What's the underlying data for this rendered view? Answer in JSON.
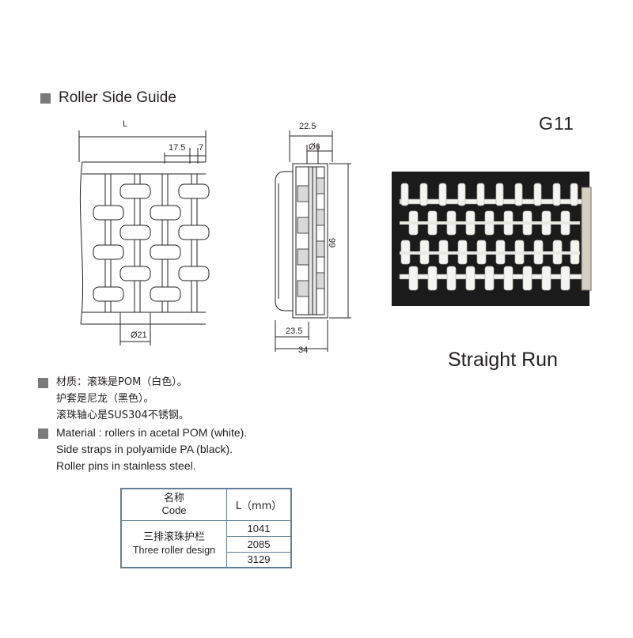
{
  "heading": {
    "title": "Roller Side Guide"
  },
  "model": "G11",
  "photo_caption": "Straight Run",
  "drawing": {
    "top_view": {
      "length_label": "L",
      "pitch": "17.5",
      "gap": "7",
      "roller_dia": "Ø21"
    },
    "side_view": {
      "width_top": "22.5",
      "pin_dia": "Ø6",
      "height": "99",
      "inner": "23.5",
      "overall": "34"
    }
  },
  "material_cn": {
    "line1": "材质：滚珠是POM（白色）。",
    "line2": "护套是尼龙（黑色）。",
    "line3": "滚珠轴心是SUS304不锈钢。"
  },
  "material_en": {
    "line1": "Material : rollers in acetal POM (white).",
    "line2": "Side straps in polyamide PA (black).",
    "line3": "Roller pins in stainless steel."
  },
  "table": {
    "header_cn": "名称",
    "header_en": "Code",
    "header_l": "L（mm）",
    "row_cn": "三排滚珠护栏",
    "row_en": "Three roller design",
    "values": [
      "1041",
      "2085",
      "3129"
    ]
  },
  "colors": {
    "bullet": "#7a7a7a",
    "table_border": "#5f7f9a",
    "strap": "#1b1b1b",
    "roller": "#f2f2ee"
  }
}
